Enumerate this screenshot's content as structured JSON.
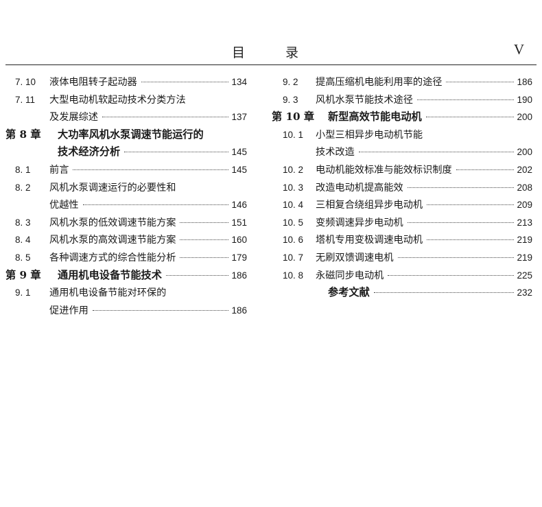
{
  "header": {
    "title": "目　录",
    "page_roman": "V"
  },
  "left_column": [
    {
      "type": "section",
      "num": "7. 10",
      "title": "液体电阻转子起动器",
      "page": "134"
    },
    {
      "type": "section",
      "num": "7. 11",
      "title": "大型电动机软起动技术分类方法",
      "page": ""
    },
    {
      "type": "cont",
      "title": "及发展综述",
      "page": "137"
    },
    {
      "type": "chapter",
      "num": "第 8 章",
      "title": "大功率风机水泵调速节能运行的",
      "page": ""
    },
    {
      "type": "chapter-cont",
      "title": "技术经济分析",
      "page": "145"
    },
    {
      "type": "section",
      "num": "8. 1",
      "title": "前言",
      "page": "145"
    },
    {
      "type": "section",
      "num": "8. 2",
      "title": "风机水泵调速运行的必要性和",
      "page": ""
    },
    {
      "type": "cont",
      "title": "优越性",
      "page": "146"
    },
    {
      "type": "section",
      "num": "8. 3",
      "title": "风机水泵的低效调速节能方案",
      "page": "151"
    },
    {
      "type": "section",
      "num": "8. 4",
      "title": "风机水泵的高效调速节能方案",
      "page": "160"
    },
    {
      "type": "section",
      "num": "8. 5",
      "title": "各种调速方式的综合性能分析",
      "page": "179"
    },
    {
      "type": "chapter",
      "num": "第 9 章",
      "title": "通用机电设备节能技术",
      "page": "186"
    },
    {
      "type": "section",
      "num": "9. 1",
      "title": "通用机电设备节能对环保的",
      "page": ""
    },
    {
      "type": "cont",
      "title": "促进作用",
      "page": "186"
    }
  ],
  "right_column": [
    {
      "type": "section",
      "num": "9. 2",
      "title": "提高压缩机电能利用率的途径",
      "page": "186"
    },
    {
      "type": "section",
      "num": "9. 3",
      "title": "风机水泵节能技术途径",
      "page": "190"
    },
    {
      "type": "chapter",
      "num": "第 10 章",
      "title": "新型高效节能电动机",
      "page": "200"
    },
    {
      "type": "section",
      "num": "10. 1",
      "title": "小型三相异步电动机节能",
      "page": ""
    },
    {
      "type": "cont",
      "title": "技术改造",
      "page": "200"
    },
    {
      "type": "section",
      "num": "10. 2",
      "title": "电动机能效标准与能效标识制度",
      "page": "202"
    },
    {
      "type": "section",
      "num": "10. 3",
      "title": "改造电动机提高能效",
      "page": "208"
    },
    {
      "type": "section",
      "num": "10. 4",
      "title": "三相复合绕组异步电动机",
      "page": "209"
    },
    {
      "type": "section",
      "num": "10. 5",
      "title": "变频调速异步电动机",
      "page": "213"
    },
    {
      "type": "section",
      "num": "10. 6",
      "title": "塔机专用变极调速电动机",
      "page": "219"
    },
    {
      "type": "section",
      "num": "10. 7",
      "title": "无刷双馈调速电机",
      "page": "219"
    },
    {
      "type": "section",
      "num": "10. 8",
      "title": "永磁同步电动机",
      "page": "225"
    },
    {
      "type": "chapter",
      "num": "",
      "title": "参考文献",
      "page": "232"
    }
  ]
}
